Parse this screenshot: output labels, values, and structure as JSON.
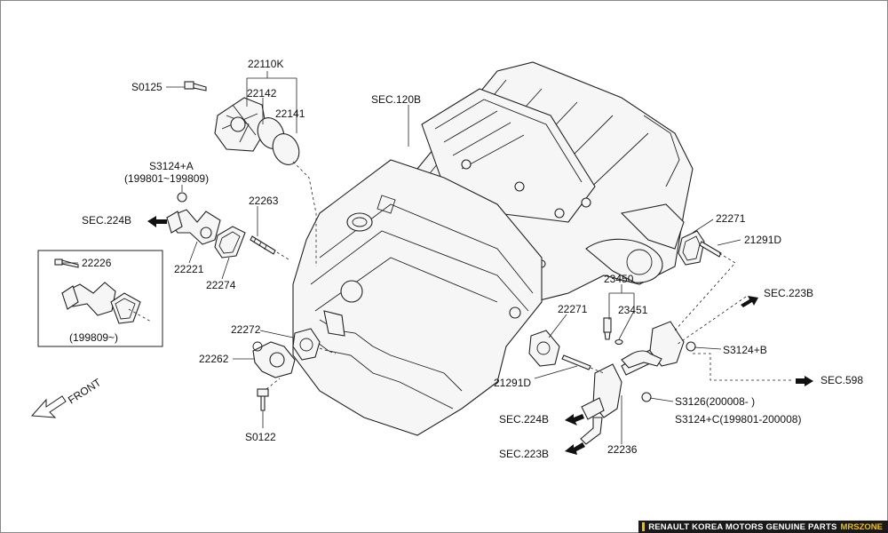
{
  "labels": {
    "p22110K": "22110K",
    "s0125": "S0125",
    "p22142": "22142",
    "p22141": "22141",
    "sec120b": "SEC.120B",
    "s3124a": "S3124+A",
    "s3124a_range": "(199801~199809)",
    "sec224b_left": "SEC.224B",
    "p22263": "22263",
    "p22221": "22221",
    "p22274": "22274",
    "p22226": "22226",
    "inset_range": "(199809~)",
    "p22271_right": "22271",
    "p21291D_right": "21291D",
    "p23450": "23450",
    "p23451": "23451",
    "p22271_mid": "22271",
    "sec223b_right": "SEC.223B",
    "s3124b": "S3124+B",
    "sec598": "SEC.598",
    "p22272": "22272",
    "p22262": "22262",
    "p21291D_mid": "21291D",
    "s3126": "S3126(200008- )",
    "s3124c": "S3124+C(199801-200008)",
    "sec224b_bottom": "SEC.224B",
    "sec223b_bottom": "SEC.223B",
    "p22236": "22236",
    "s0122": "S0122",
    "front": "FRONT"
  },
  "footer": {
    "brand": "RENAULT KOREA MOTORS GENUINE PARTS",
    "zone": "MRSZONE"
  },
  "colors": {
    "footer_bg": "#1a1a1a",
    "footer_accent": "#f0c000"
  }
}
